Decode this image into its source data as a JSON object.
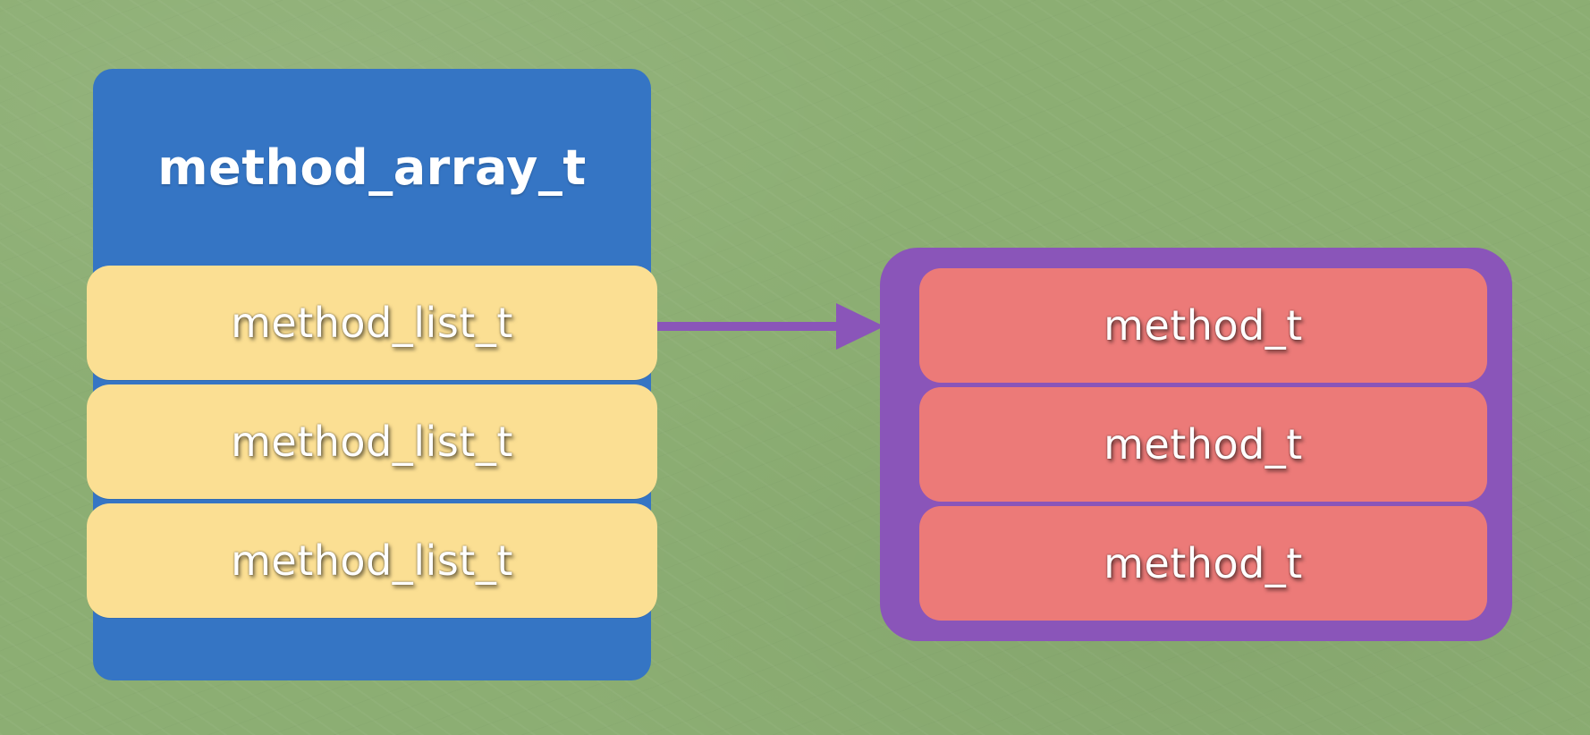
{
  "colors": {
    "background": "#8cae73",
    "array_box": "#3575c4",
    "list_row": "#fbdf93",
    "methods_border": "#8a55b9",
    "method_row": "#ec7a78",
    "arrow": "#8a55b9"
  },
  "array": {
    "title": "method_array_t",
    "items": [
      {
        "label": "method_list_t"
      },
      {
        "label": "method_list_t"
      },
      {
        "label": "method_list_t"
      }
    ]
  },
  "methods": {
    "items": [
      {
        "label": "method_t"
      },
      {
        "label": "method_t"
      },
      {
        "label": "method_t"
      }
    ]
  }
}
